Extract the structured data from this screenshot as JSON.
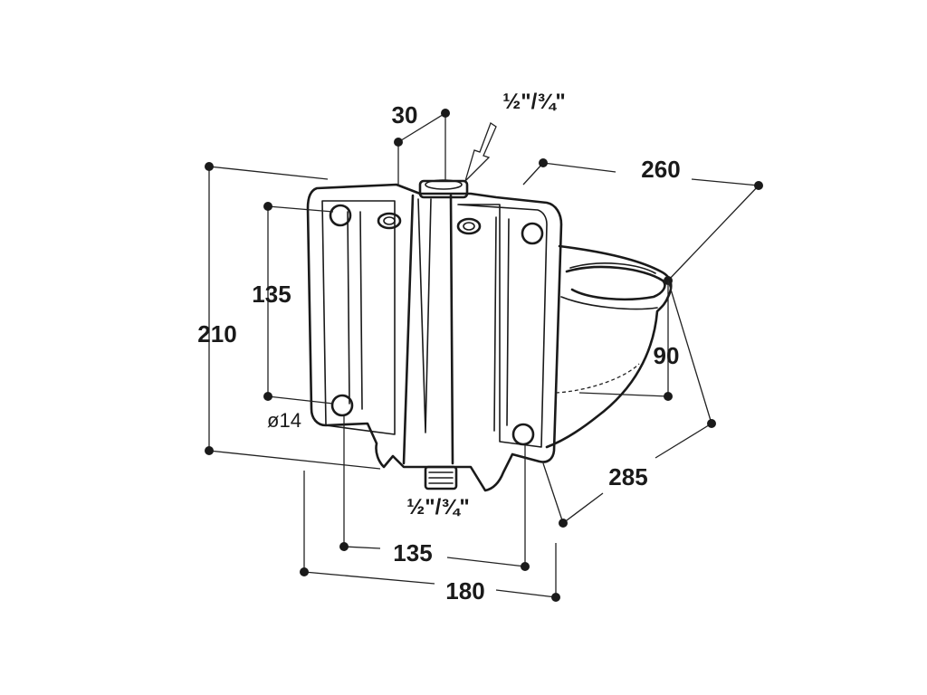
{
  "dimensions": {
    "width_top": "30",
    "depth": "260",
    "height_total": "210",
    "hole_vertical_spacing": "135",
    "hole_diameter": "ø14",
    "bowl_height": "90",
    "length_diagonal": "285",
    "hole_horizontal_spacing": "135",
    "width_bottom": "180"
  },
  "connections": {
    "top_thread": "½\"/¾\"",
    "bottom_thread": "½\"/¾\""
  },
  "colors": {
    "ink": "#1a1a1a",
    "background": "#ffffff"
  }
}
